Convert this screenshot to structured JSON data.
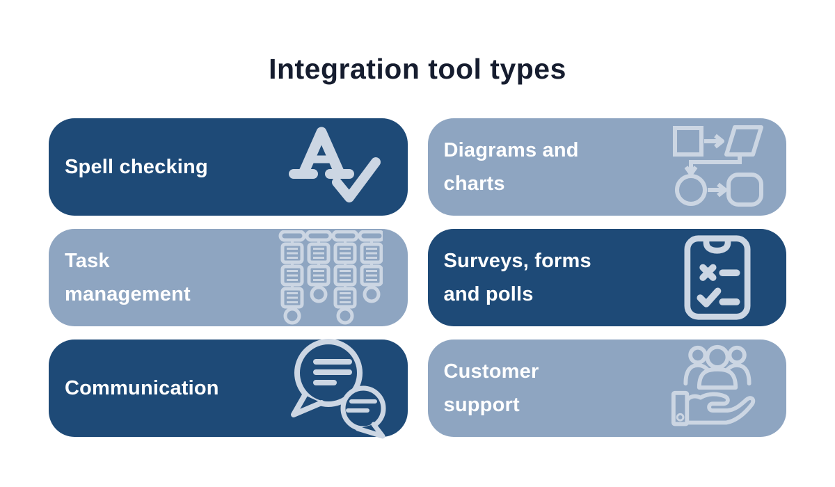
{
  "title": "Integration tool types",
  "colors": {
    "background": "#ffffff",
    "title-text": "#161d2f",
    "dark-card": "#1e4a77",
    "light-card": "#8ea5c1",
    "icon": "#ccd6e3",
    "card-text": "#ffffff"
  },
  "cards": [
    {
      "label": [
        "Spell checking"
      ],
      "style": "dark",
      "icon": "spellcheck-icon"
    },
    {
      "label": [
        "Diagrams and",
        "charts"
      ],
      "style": "light",
      "icon": "flowchart-icon"
    },
    {
      "label": [
        "Task",
        "management"
      ],
      "style": "light",
      "icon": "kanban-icon"
    },
    {
      "label": [
        "Surveys, forms",
        "and polls"
      ],
      "style": "dark",
      "icon": "clipboard-icon"
    },
    {
      "label": [
        "Communication"
      ],
      "style": "dark",
      "icon": "chat-bubbles-icon"
    },
    {
      "label": [
        "Customer",
        "support"
      ],
      "style": "light",
      "icon": "people-hand-icon"
    }
  ]
}
